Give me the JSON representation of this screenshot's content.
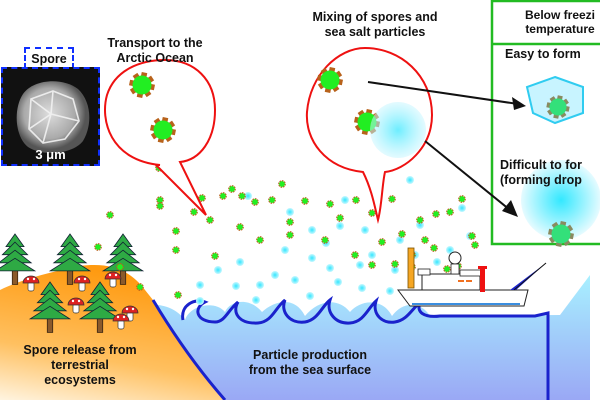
{
  "labels": {
    "transport": "Transport to the\nArctic Ocean",
    "mixing": "Mixing of spores and\nsea salt particles",
    "spore_release": "Spore release from\nterrestrial\necosystems",
    "particle_production": "Particle production\nfrom the sea surface",
    "below_freezing": "Below freezi\ntemperature",
    "easy_to_form": "Easy to form",
    "difficult_to_form": "Difficult to for\n(forming drop"
  },
  "spore_inset": {
    "tag": "Spore",
    "scale_bar": "3 μm"
  },
  "colors": {
    "spore_green": "#22ee22",
    "spore_brown": "#b8621b",
    "bubble_red": "#ee1111",
    "inset_blue": "#1030ff",
    "panel_green": "#22bb22",
    "sea_salt_cyan": "#33e6ff",
    "sea_blue": "#1a22cc",
    "land_orange": "#ff9a10",
    "ice_hex": "#30ccf0"
  },
  "icons": [
    "spore-icon",
    "sea-salt-particle-icon",
    "tree-icon",
    "mushroom-icon",
    "ship-icon",
    "ice-crystal-icon",
    "droplet-icon",
    "arrow-icon"
  ]
}
